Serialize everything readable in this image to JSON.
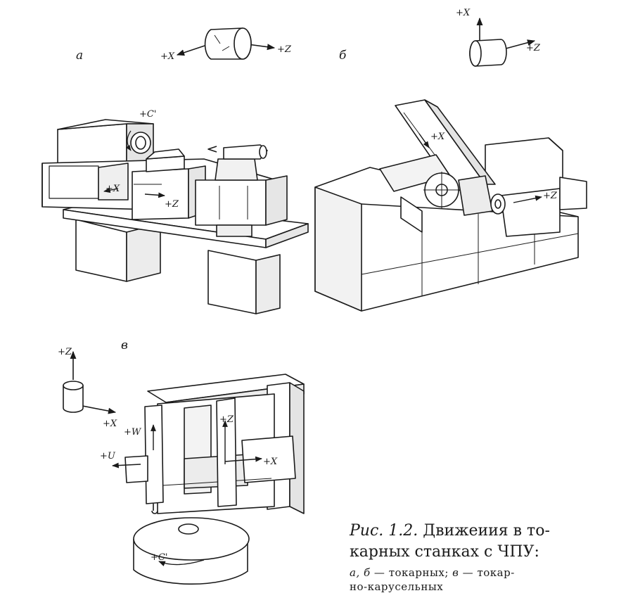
{
  "panels": {
    "a": {
      "letter": "а",
      "coord_labels": {
        "x": "+X",
        "z": "+Z"
      },
      "machine_labels": {
        "c": "+C'",
        "x": "+X",
        "z": "+Z"
      }
    },
    "b": {
      "letter": "б",
      "coord_labels": {
        "x": "+X",
        "z": "+Z"
      },
      "machine_labels": {
        "x": "+X",
        "z": "+Z"
      }
    },
    "v": {
      "letter": "в",
      "coord_labels": {
        "z": "+Z",
        "x": "+X"
      },
      "machine_labels": {
        "w": "+W",
        "u": "+U",
        "z": "+Z",
        "x": "+X",
        "c": "+C'"
      }
    }
  },
  "caption": {
    "number": "Рис. 1.2.",
    "title_line1": "Движеиия в то-",
    "title_line2": "карных станках с ЧПУ:",
    "body_line1_a": "а,",
    "body_line1_b": "б",
    "body_line1_text": " — токарных; ",
    "body_line1_v": "в",
    "body_line1_end": " — токар-",
    "body_line2": "но-карусельных"
  },
  "colors": {
    "ink": "#1a1a1a",
    "paper": "#ffffff",
    "shade": "#bdbdbd"
  }
}
